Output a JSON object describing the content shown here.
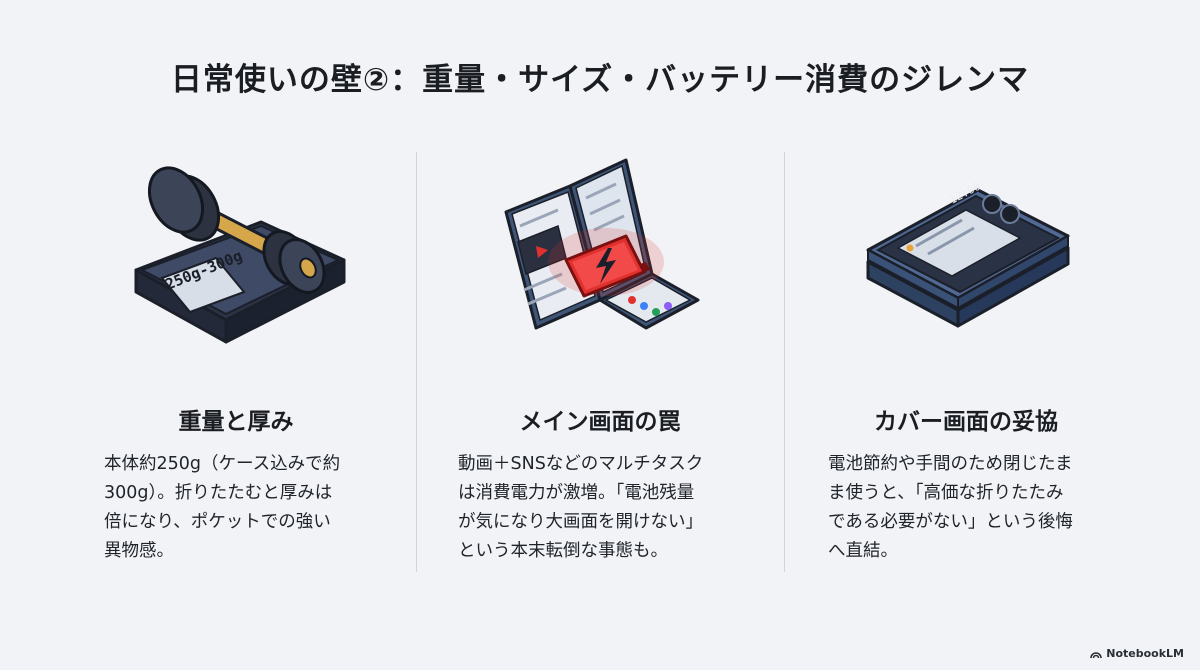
{
  "title": "日常使いの壁②：重量・サイズ・バッテリー消費のジレンマ",
  "columns": [
    {
      "heading": "重量と厚み",
      "scale_label": "250g-300g",
      "lines": [
        "本体約250g（ケース込みで約",
        "300g）。折りたたむと厚みは",
        "倍になり、ポケットでの強い",
        "異物感。"
      ]
    },
    {
      "heading": "メイン画面の罠",
      "lines": [
        "動画＋SNSなどのマルチタスク",
        "は消費電力が激増。「電池残量",
        "が気になり大画面を開けない」",
        "という本末転倒な事態も。"
      ]
    },
    {
      "heading": "カバー画面の妥協",
      "cover_time": "12:00",
      "lines": [
        "電池節約や手間のため閉じたま",
        "ま使うと、「高価な折りたたみ",
        "である必要がない」という後悔",
        "へ直結。"
      ]
    }
  ],
  "brand": "NotebookLM",
  "colors": {
    "accent_red": "#e0312f",
    "device_blue": "#3f5679",
    "weight_dark": "#2c3240"
  }
}
